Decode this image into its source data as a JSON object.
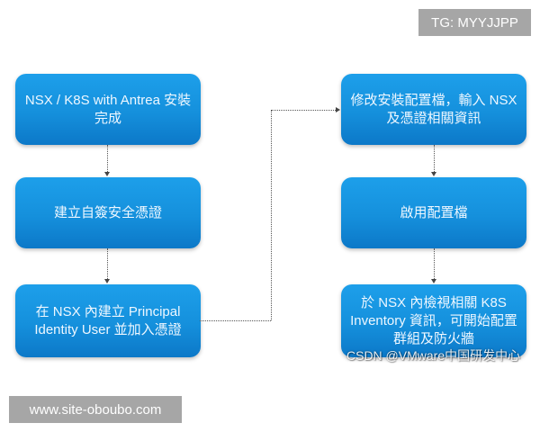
{
  "badges": {
    "top_right": "TG: MYYJJPP",
    "bottom_left": "www.site-oboubo.com"
  },
  "watermark": "CSDN @VMware中国研发中心",
  "colors": {
    "box_top": "#1d9fea",
    "box_bottom": "#0c78c8",
    "box_text": "#eef7ff",
    "connector": "#555555",
    "badge_bg": "#a6a6a6"
  },
  "flow": {
    "left_column": [
      {
        "step": 1,
        "text": "NSX / K8S with Antrea 安裝完成"
      },
      {
        "step": 2,
        "text": "建立自簽安全憑證"
      },
      {
        "step": 3,
        "text": "在 NSX 內建立 Principal Identity User 並加入憑證"
      }
    ],
    "right_column": [
      {
        "step": 4,
        "text": "修改安裝配置檔，輸入 NSX 及憑證相關資訊"
      },
      {
        "step": 5,
        "text": "啟用配置檔"
      },
      {
        "step": 6,
        "text": "於 NSX 內檢視相關 K8S Inventory 資訊，可開始配置群組及防火牆"
      }
    ],
    "connectors": [
      {
        "from": 1,
        "to": 2,
        "style": "dotted",
        "arrow": "down"
      },
      {
        "from": 2,
        "to": 3,
        "style": "dotted",
        "arrow": "down"
      },
      {
        "from": 3,
        "to": 4,
        "style": "dotted-elbow",
        "arrow": "right"
      },
      {
        "from": 4,
        "to": 5,
        "style": "dotted",
        "arrow": "down"
      },
      {
        "from": 5,
        "to": 6,
        "style": "dotted",
        "arrow": "down"
      }
    ]
  }
}
